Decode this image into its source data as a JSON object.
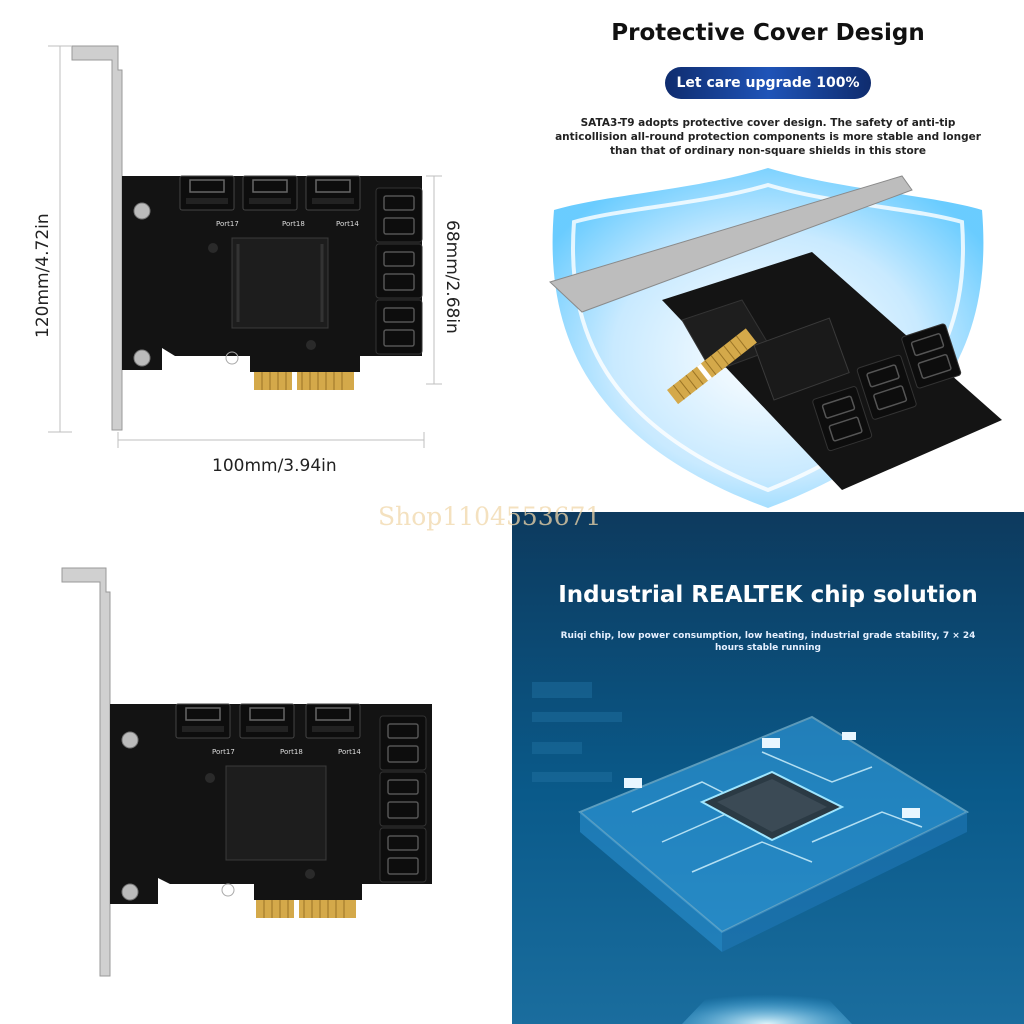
{
  "dimensions": {
    "height_label": "120mm/4.72in",
    "width_label": "100mm/3.94in",
    "card_height_label": "68mm/2.68in"
  },
  "card_labels": {
    "port17": "Port17",
    "port18": "Port18",
    "port14": "Port14"
  },
  "cover": {
    "title": "Protective Cover Design",
    "badge": "Let care upgrade 100%",
    "description": "SATA3-T9 adopts protective cover design. The safety of anti-tip anticollision all-round protection components is more stable and longer than that of ordinary non-square shields in this store"
  },
  "chip": {
    "title": "Industrial REALTEK chip solution",
    "description": "Ruiqi chip, low power consumption, low heating, industrial grade stability, 7 × 24 hours stable running"
  },
  "watermark": "Shop1104553671",
  "colors": {
    "pcb": "#131313",
    "gold": "#d4a94a",
    "badge": "#1f54b8",
    "glow": "#4fc3ff"
  }
}
